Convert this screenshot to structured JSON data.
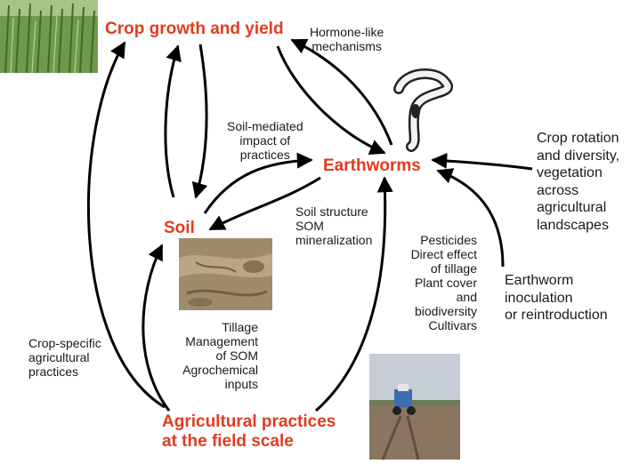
{
  "nodes": {
    "crop": "Crop growth and yield",
    "soil": "Soil",
    "earthworms": "Earthworms",
    "practices": "Agricultural practices\nat the field scale"
  },
  "labels": {
    "hormone": "Hormone-like\nmechanisms",
    "soil_mediated": "Soil-mediated\nimpact of\npractices",
    "soil_structure": "Soil structure\nSOM\nmineralization",
    "pesticides": "Pesticides\nDirect effect\nof tillage\nPlant cover\nand\nbiodiversity\nCultivars",
    "tillage": "Tillage\nManagement\nof SOM\nAgrochemical\ninputs",
    "crop_specific": "Crop-specific\nagricultural\npractices",
    "rotation": "Crop rotation\nand diversity,\nvegetation\nacross\nagricultural\nlandscapes",
    "inoculation": "Earthworm\ninoculation\nor reintroduction"
  },
  "colors": {
    "node_text": "#e23b1f",
    "arrow": "#000000"
  }
}
